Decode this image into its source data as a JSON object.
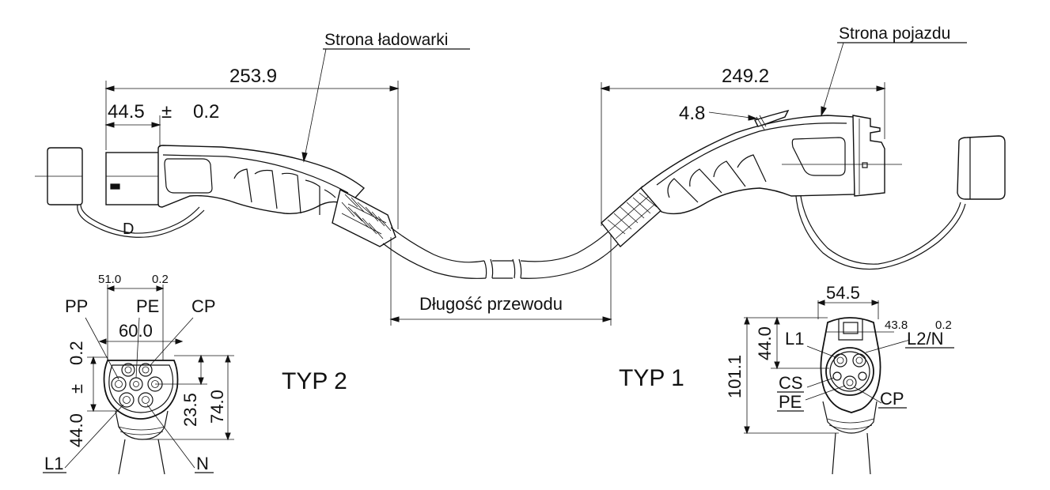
{
  "labels": {
    "charger_side": "Strona ładowarki",
    "vehicle_side": "Strona pojazdu",
    "cable_length": "Długość przewodu",
    "type2": "TYP 2",
    "type1": "TYP 1",
    "d": "D"
  },
  "dims_left": {
    "overall": "253.9",
    "head": "44.5",
    "pm": "±",
    "tol": "0.2"
  },
  "dims_right": {
    "overall": "249.2",
    "latch": "4.8"
  },
  "type2_face": {
    "w_small": "51.0",
    "tol_small": "0.2",
    "width": "60.0",
    "h_left_tol": "0.2",
    "h_left_pm": "±",
    "h_left": "44.0",
    "h_mid": "23.5",
    "h_total": "74.0",
    "pins": {
      "pp": "PP",
      "pe": "PE",
      "cp": "CP",
      "l1": "L1",
      "n": "N"
    }
  },
  "type1_face": {
    "width": "54.5",
    "w_small": "43.8",
    "tol_small": "0.2",
    "h_small": "44.0",
    "h_total": "101.1",
    "pins": {
      "l1": "L1",
      "l2n": "L2/N",
      "cs": "CS",
      "pe": "PE",
      "cp": "CP"
    }
  }
}
